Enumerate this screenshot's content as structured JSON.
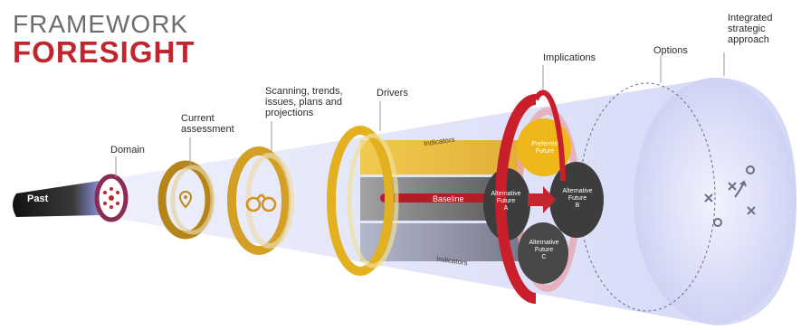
{
  "header": {
    "title_line1": "FRAMEWORK",
    "title_line2": "FORESIGHT"
  },
  "stages": {
    "past": "Past",
    "domain": "Domain",
    "current_assessment": [
      "Current",
      "assessment"
    ],
    "scanning": [
      "Scanning, trends,",
      "issues, plans and",
      "projections"
    ],
    "drivers": "Drivers",
    "implications": "Implications",
    "options": "Options",
    "integrated": [
      "Integrated",
      "strategic",
      "approach"
    ]
  },
  "cone_labels": {
    "indicators_top": "Indicators",
    "baseline": "Baseline",
    "indicators_bottom": "Indicators"
  },
  "futures": {
    "preferred": [
      "Preferred",
      "Future"
    ],
    "alt_a": [
      "Alternative",
      "Future",
      "A"
    ],
    "alt_b": [
      "Alternative",
      "Future",
      "B"
    ],
    "alt_c": [
      "Alternative",
      "Future",
      "C"
    ]
  },
  "icons": [
    "people-network-icon",
    "location-pin-icon",
    "binoculars-icon",
    "strategy-play-icon"
  ],
  "colors": {
    "brand_red": "#c0262d",
    "title_gray": "#6d6d6d",
    "ring_gold": "#d9a826",
    "domain_purple": "#8a2a55",
    "cone_blue": "#c9cdf0"
  }
}
